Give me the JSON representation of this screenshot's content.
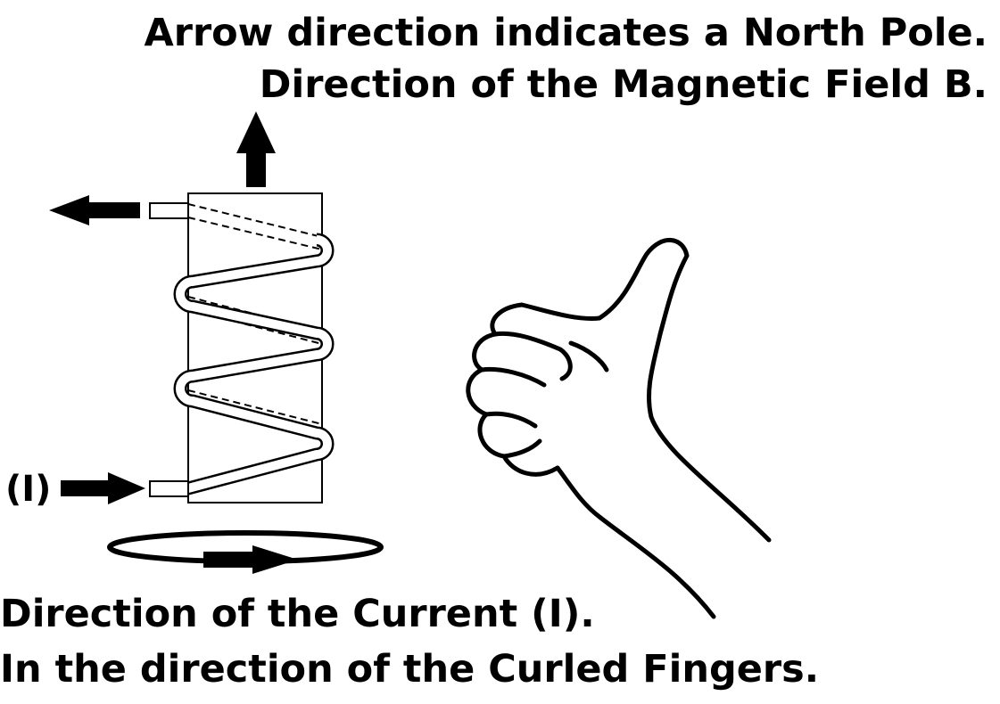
{
  "labels": {
    "title_line_1": "Arrow direction indicates a North Pole.",
    "title_line_2": "Direction of the Magnetic Field B.",
    "current_symbol": "(I)",
    "caption_line_1": "Direction of the Current (I).",
    "caption_line_2": "In the direction of the Curled Fingers."
  },
  "colors": {
    "ink": "#000000",
    "background": "#ffffff"
  },
  "icons": {
    "north_arrow": "arrow-up-icon",
    "output_arrow": "arrow-left-icon",
    "input_arrow": "arrow-right-icon",
    "rotation_arrow": "arrow-right-icon",
    "hand": "thumbs-up-hand-icon"
  }
}
